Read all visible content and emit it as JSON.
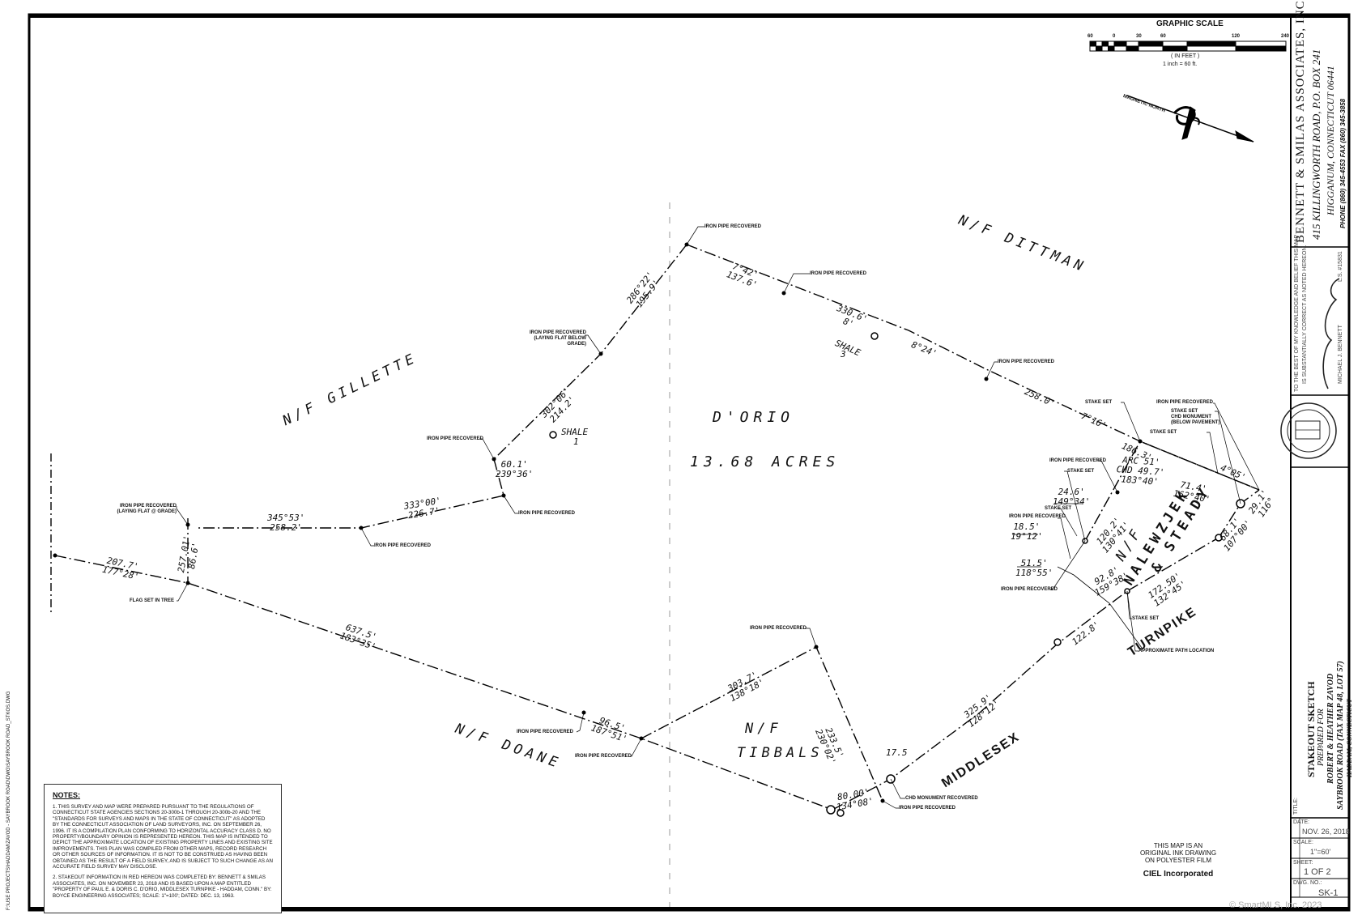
{
  "scale": {
    "title": "GRAPHIC SCALE",
    "ticks": [
      "60",
      "0",
      "30",
      "60",
      "120",
      "240"
    ],
    "units": "( IN FEET )",
    "ratio": "1 inch = 60  ft."
  },
  "north_arrow": {
    "label": "MAGNETIC NORTH"
  },
  "owners": {
    "dittman": "N/F  DITTMAN",
    "gillette": "N/F  GILLETTE",
    "doane": "N/F  DOANE",
    "tibbals_nf": "N/F",
    "tibbals": "TIBBALS",
    "nalewzjek_nf": "N/F",
    "nalewzjek": "NALEWZJEK",
    "steady": "& STEADY"
  },
  "parcel": {
    "name": "D'ORIO",
    "area": "13.68  ACRES"
  },
  "roads": {
    "middlesex": "MIDDLESEX",
    "turnpike": "TURNPIKE"
  },
  "shale": {
    "s1": "SHALE",
    "s1n": "1",
    "s3": "SHALE",
    "s3n": "3"
  },
  "dims": {
    "d1a": "286°22'",
    "d1b": "195.9'",
    "d2a": "7°42'",
    "d2b": "137.6'",
    "d3a": "330.6'",
    "d3b": "8'",
    "d4": "8°24'",
    "d5": "258.0'",
    "d6": "7°16'",
    "d7": "186.3'",
    "d8a": "302°06'",
    "d8b": "214.2'",
    "d9a": "60.1'",
    "d9b": "239°36'",
    "d10a": "333°00'",
    "d10b": "226.7'",
    "d11a": "345°53'",
    "d11b": "258.2'",
    "d12a": "257.01'",
    "d12b": "86.6'",
    "d13a": "207.7'",
    "d13b": "177°28'",
    "d14a": "637.5'",
    "d14b": "183°35'",
    "d15a": "96.5'",
    "d15b": "187°51'",
    "d16a": "303.7'",
    "d16b": "138°18'",
    "d17a": "233.5'",
    "d17b": "230°02'",
    "d18": "17.5",
    "d19a": "80.00'",
    "d19b": "134°08'",
    "d20a": "325.9'",
    "d20b": "128°12'",
    "d21": "122.8'",
    "d22a": "172.50'",
    "d22b": "132°45'",
    "d23a": "68.1'",
    "d23b": "107°00'",
    "d24a": "ARC 51'",
    "d24b": "CHD 49.7'",
    "d24c": "183°40'",
    "d25a": "71.4'",
    "d25b": "162°40'",
    "d26a": "120.2'",
    "d26b": "130°41'",
    "d27a": "24.6'",
    "d27b": "149°34'",
    "d28a": "18.5'",
    "d28b": "19°12'",
    "d29a": "51.5'",
    "d29b": "118°55'",
    "d30a": "92.8'",
    "d30b": "159°38'",
    "d31": "4°05'",
    "d32a": "29.1'",
    "d32b": "116°"
  },
  "callouts": {
    "c1": "IRON PIPE RECOVERED",
    "c2": "IRON PIPE RECOVERED",
    "c3": "IRON PIPE RECOVERED (LAYING FLAT BELOW GRADE)",
    "c4": "IRON PIPE RECOVERED",
    "c5": "IRON PIPE RECOVERED",
    "c6": "IRON PIPE RECOVERED",
    "c7": "IRON PIPE RECOVERED (LAYING FLAT @ GRADE)",
    "c8": "IRON PIPE RECOVERED",
    "c9": "FLAG SET IN TREE",
    "c10": "IRON PIPE RECOVERED",
    "c11": "IRON PIPE RECOVERED",
    "c12": "IRON PIPE RECOVERED",
    "c13": "CHD MONUMENT RECOVERED",
    "c14": "IRON PIPE RECOVERED",
    "c15": "STAKE SET",
    "c16": "APPROXIMATE PATH LOCATION",
    "c17": "STAKE SET",
    "c18": "IRON PIPE RECOVERED",
    "c19": "STAKE SET",
    "c20": "CHD MONUMENT (BELOW PAVEMENT)",
    "c21": "STAKE SET",
    "c22": "IRON PIPE RECOVERED",
    "c23": "STAKE SET",
    "c24": "STAKE SET",
    "c25": "IRON PIPE RECOVERED",
    "c26": "IRON PIPE RECOVERED"
  },
  "notes": {
    "title": "NOTES:",
    "n1": "1.  THIS SURVEY AND MAP WERE PREPARED PURSUANT TO THE REGULATIONS OF CONNECTICUT STATE AGENCIES SECTIONS 20-300b-1 THROUGH 20-300b-20 AND THE \"STANDARDS FOR SURVEYS AND MAPS IN THE STATE OF CONNECTICUT\" AS ADOPTED BY THE CONNECTICUT ASSOCIATION OF LAND SURVEYORS, INC. ON SEPTEMBER 26, 1996. IT IS A COMPILATION PLAN CONFORMING TO HORIZONTAL ACCURACY CLASS D. NO PROPERTY/BOUNDARY OPINION IS REPRESENTED HEREON. THIS MAP IS INTENDED TO DEPICT THE APPROXIMATE LOCATION OF EXISTING PROPERTY LINES AND EXISTING SITE IMPROVEMENTS. THIS PLAN WAS COMPILED FROM OTHER MAPS, RECORD RESEARCH OR OTHER SOURCES OF INFORMATION. IT IS NOT TO BE CONSTRUED AS HAVING BEEN OBTAINED AS THE RESULT OF A FIELD SURVEY, AND IS SUBJECT TO SUCH CHANGE AS AN ACCURATE FIELD SURVEY MAY DISCLOSE.",
    "n2": "2.  STAKEOUT INFORMATION IN RED HEREON WAS COMPLETED BY: BENNETT & SMILAS ASSOCIATES, INC. ON NOVEMBER 23, 2018 AND IS BASED UPON A MAP ENTITLED \"PROPERTY OF PAUL E. & DORIS C. D'ORIO, MIDDLESEX TURNPIKE - HADDAM, CONN.\" BY: BOYCE ENGINEERING ASSOCIATES; SCALE: 1\"=100'; DATED: DEC. 13, 1963."
  },
  "ink_stamp": {
    "l1": "THIS MAP IS AN",
    "l2": "ORIGINAL INK DRAWING",
    "l3": "ON POLYESTER FILM",
    "l4": "CIEL Incorporated"
  },
  "file_path": "F:\\USE PROJECTS\\HADDAM\\ZAVOD - SAYBROOK ROAD\\DWG\\SAYBROOK ROAD_STKOS.DWG",
  "watermark": "© SmartMLS, Inc. 2023",
  "title_block": {
    "company": "BENNETT & SMILAS ASSOCIATES, INC.",
    "addr1": "415 KILLINGWORTH ROAD, P.O. BOX 241",
    "addr2": "HIGGANUM, CONNECTICUT 06441",
    "phone": "PHONE (860) 345-4553  FAX (860) 345-3858",
    "cert1": "TO THE BEST OF MY KNOWLEDGE AND BELIEF THIS MAP",
    "cert2": "IS SUBSTANTIALLY CORRECT AS NOTED HEREON.",
    "surveyor": "MICHAEL J. BENNETT",
    "license": "L.S. #15831",
    "title_label": "TITLE:",
    "t1": "STAKEOUT SKETCH",
    "t2": "PREPARED FOR",
    "t3": "ROBERT & HEATHER ZAVOD",
    "t4": "SAYBROOK ROAD (TAX MAP 48, LOT 57)",
    "t5": "HADDAM, CONNECTICUT",
    "date_label": "DATE:",
    "date": "NOV. 26, 2018",
    "scale_label": "SCALE:",
    "scale": "1\"=60'",
    "sheet_label": "SHEET:",
    "sheet": "1  OF  2",
    "dwg_label": "DWG. NO.:",
    "dwg": "SK-1"
  }
}
